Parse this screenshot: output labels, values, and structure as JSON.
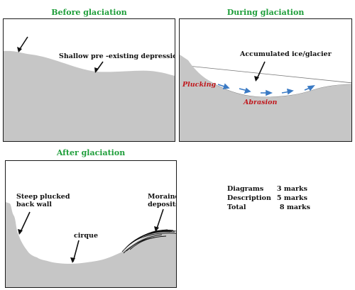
{
  "panels": {
    "before": {
      "title": "Before glaciation",
      "label_depression": "Shallow pre -existing depression"
    },
    "during": {
      "title": "During glaciation",
      "label_glacier": "Accumulated ice/glacier",
      "label_plucking": "Plucking",
      "label_abrasion": "Abrasion"
    },
    "after": {
      "title": "After glaciation",
      "label_backwall_line1": "Steep plucked",
      "label_backwall_line2": "back wall",
      "label_moraine_line1": "Moraine",
      "label_moraine_line2": "deposits",
      "label_cirque": "cirque"
    }
  },
  "marks": [
    {
      "label": "Diagrams",
      "value": "3 marks"
    },
    {
      "label": "Description",
      "value": "5 marks"
    },
    {
      "label": "Total",
      "value": "8 marks"
    }
  ],
  "colors": {
    "title_green": "#1e9e3a",
    "ground_grey": "#c6c6c6",
    "label_red": "#c0171c",
    "arrow_blue": "#3a7ac4"
  }
}
